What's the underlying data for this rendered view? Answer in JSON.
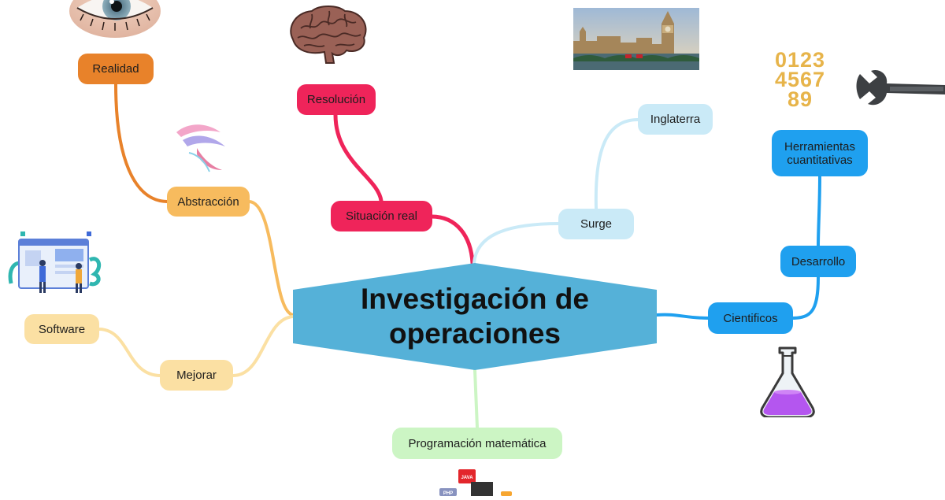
{
  "central": {
    "title": "Investigación de operaciones",
    "color": "#55b1d8"
  },
  "nodes": {
    "realidad": {
      "label": "Realidad",
      "color": "#e8822a"
    },
    "abstraccion": {
      "label": "Abstracción",
      "color": "#f7bb5e"
    },
    "software": {
      "label": "Software",
      "color": "#fbe0a3"
    },
    "mejorar": {
      "label": "Mejorar",
      "color": "#fbe0a3"
    },
    "resolucion": {
      "label": "Resolución",
      "color": "#ef245a"
    },
    "situacion_real": {
      "label": "Situación real",
      "color": "#ef245a"
    },
    "inglaterra": {
      "label": "Inglaterra",
      "color": "#caeaf7"
    },
    "surge": {
      "label": "Surge",
      "color": "#caeaf7"
    },
    "herramientas": {
      "label": "Herramientas cuantitativas",
      "color": "#1fa0ef"
    },
    "desarrollo": {
      "label": "Desarrollo",
      "color": "#1fa0ef"
    },
    "cientificos": {
      "label": "Cientificos",
      "color": "#1fa0ef"
    },
    "programacion": {
      "label": "Programación matemática",
      "color": "#ccf5c4"
    }
  },
  "images": {
    "eye": "eye-photo",
    "brain": "brain-illustration",
    "parliament": "london-parliament-photo",
    "numbers": "gold-numbers-image",
    "wrench": "wrench-icon",
    "feather": "abstract-feather-image",
    "software_illustration": "software-team-illustration",
    "flask": "chemistry-flask-icon",
    "programming": "programming-languages-icons",
    "java_badge": "JAVA",
    "php_badge": "PHP",
    "numbers_text": [
      "0123",
      "4567",
      "89"
    ]
  }
}
